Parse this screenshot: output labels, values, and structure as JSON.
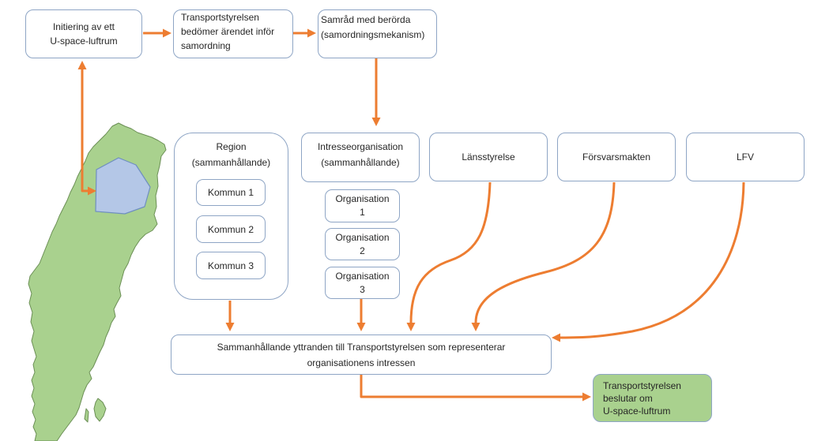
{
  "flow": {
    "initiation": {
      "lines": [
        "Initiering av ett",
        "U-space-luftrum"
      ]
    },
    "assessment": {
      "lines": [
        "Transportstyrelsen",
        "bedömer ärendet inför",
        "samordning"
      ]
    },
    "consultation": {
      "lines": [
        "Samråd med berörda",
        "(samordningsmekanism)"
      ]
    }
  },
  "stakeholders": {
    "region": {
      "title": [
        "Region",
        "(sammanhållande)"
      ],
      "municipalities": [
        "Kommun 1",
        "Kommun 2",
        "Kommun 3"
      ]
    },
    "interest_organisation": {
      "title": [
        "Intresseorganisation",
        "(sammanhållande)"
      ],
      "organisations": [
        [
          "Organisation",
          "1"
        ],
        [
          "Organisation",
          "2"
        ],
        [
          "Organisation",
          "3"
        ]
      ]
    },
    "county_board": "Länsstyrelse",
    "armed_forces": "Försvarsmakten",
    "lfv": "LFV"
  },
  "outcome": {
    "statements": [
      "Sammanhållande yttranden till Transportstyrelsen som representerar",
      "organisationens intressen"
    ],
    "decision": [
      "Transportstyrelsen",
      "beslutar om",
      "U-space-luftrum"
    ]
  },
  "colors": {
    "box_border": "#8ea5c5",
    "arrow": "#ed7d31",
    "map_fill": "#a9d18e",
    "map_outline": "#6b8f55",
    "highlight_fill": "#b4c7e7",
    "highlight_outline": "#6f8fc0",
    "decision_fill": "#a9d18e",
    "text": "#262626"
  }
}
